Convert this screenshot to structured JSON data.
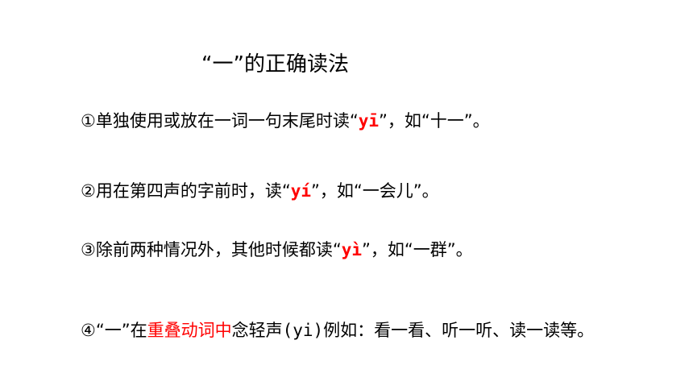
{
  "colors": {
    "text": "#000000",
    "highlight": "#ff0000",
    "background": "#ffffff"
  },
  "title": "“一”的正确读法",
  "rules": [
    {
      "before": "①单独使用或放在一词一句末尾时读“",
      "pinyin": "yī",
      "after": "”，如“十一”。"
    },
    {
      "before": "②用在第四声的字前时，读“",
      "pinyin": "yí",
      "after": "”，如“一会儿”。"
    },
    {
      "before": "③除前两种情况外，其他时候都读“",
      "pinyin": "yì",
      "after": "”，如“一群”。"
    },
    {
      "before": "④“一”在",
      "highlight": "重叠动词中",
      "middle": "念轻声",
      "pinyin": "(yi)",
      "after": "例如：看一看、听一听、读一读等。"
    }
  ]
}
